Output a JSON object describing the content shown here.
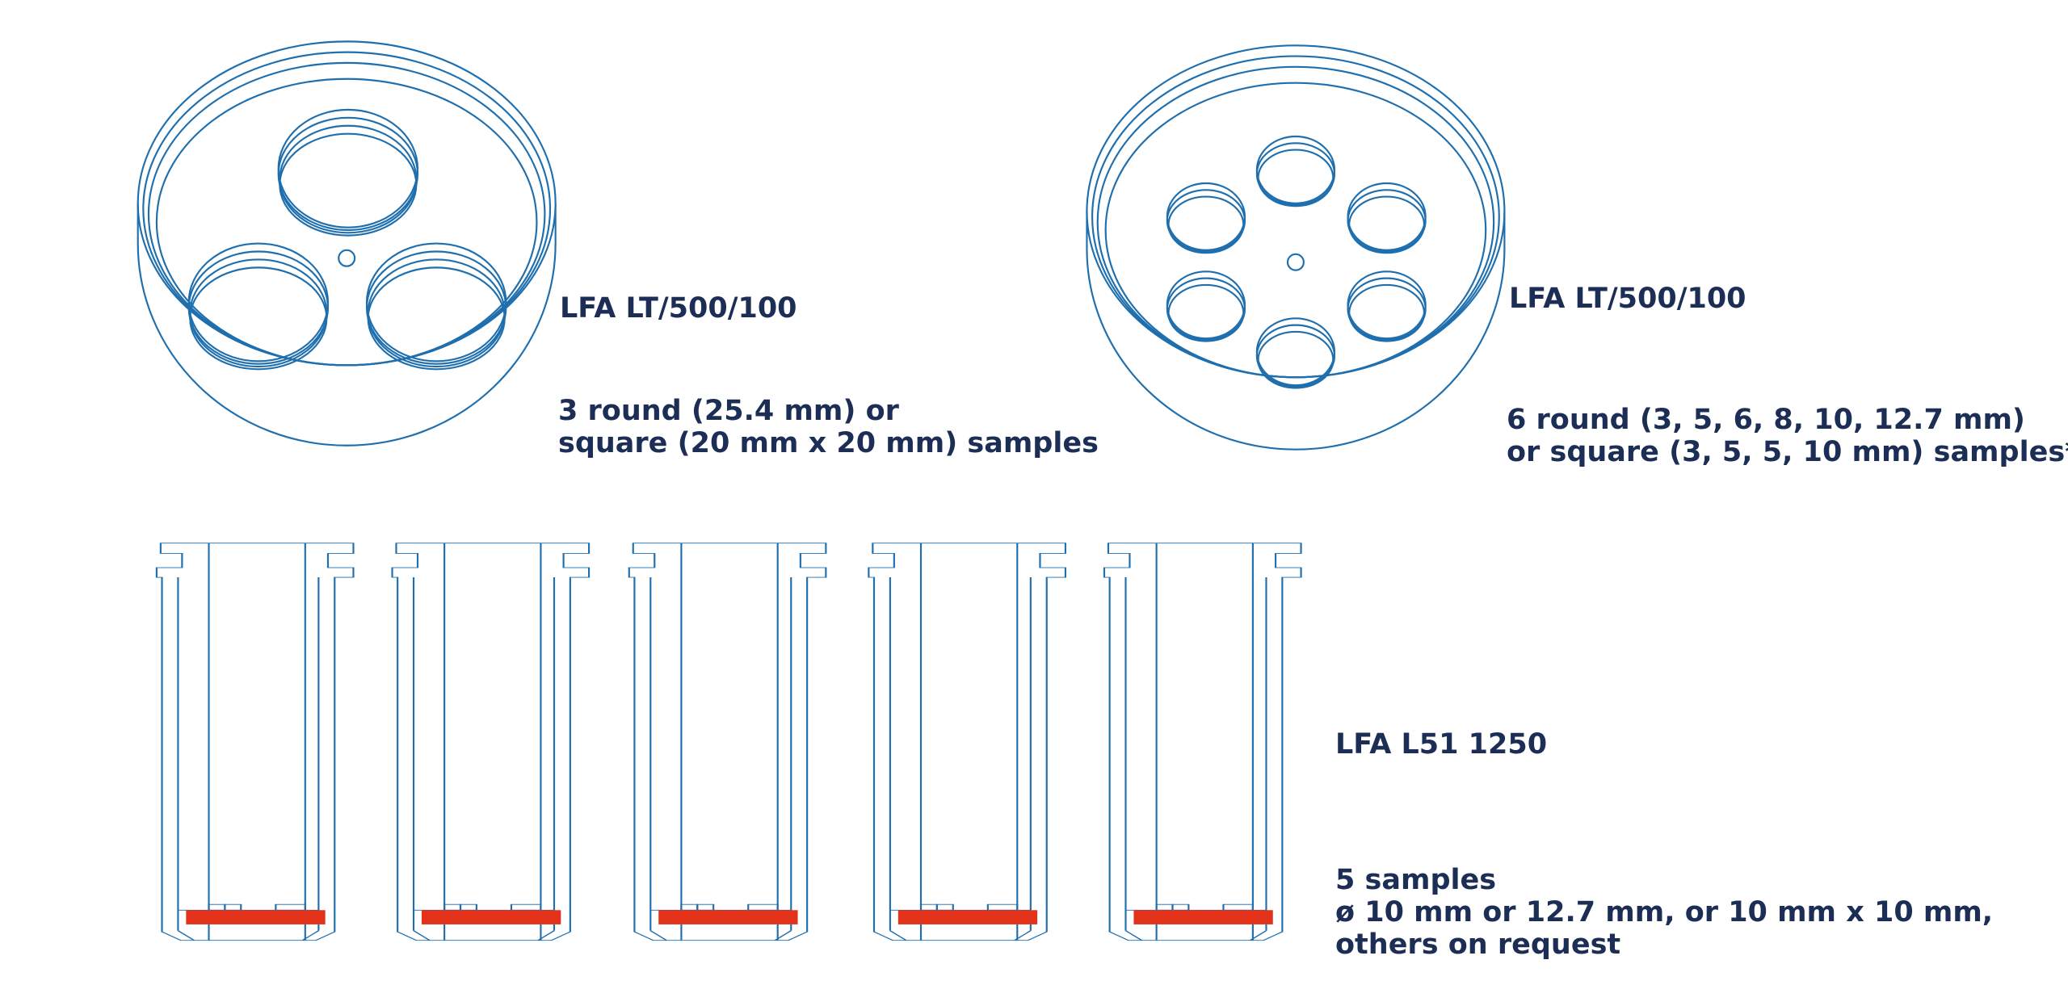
{
  "colors": {
    "line": "#1f6fae",
    "sample": "#e2321a",
    "text": "#1c2e55"
  },
  "holders": [
    {
      "model": "LFA LT/500/100",
      "capacity_lines": [
        "3 round (25.4 mm) or",
        "square (20 mm x 20 mm) samples"
      ]
    },
    {
      "model": "LFA LT/500/100",
      "capacity_lines": [
        "6 round (3, 5, 6, 8, 10, 12.7 mm)",
        "or square (3, 5, 5, 10 mm) samples*"
      ]
    },
    {
      "model": "LFA L51 1250",
      "capacity_lines": [
        "5 samples",
        "ø 10 mm or 12.7 mm, or 10 mm x 10 mm,",
        "others on request"
      ]
    }
  ]
}
